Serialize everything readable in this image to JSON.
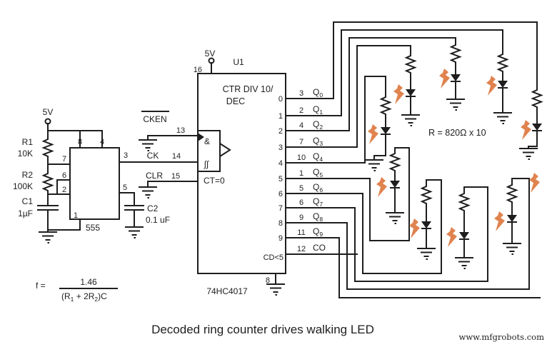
{
  "title": "Decoded ring counter drives walking LED",
  "watermark": "www.mfgrobots.com",
  "colors": {
    "ink": "#1e1e1e",
    "bolt": "#e0834f"
  },
  "note": "R = 820Ω x 10",
  "timer": {
    "supply": "5V",
    "chip": "555",
    "r1": {
      "name": "R1",
      "value": "10K"
    },
    "r2": {
      "name": "R2",
      "value": "100K"
    },
    "c1": {
      "name": "C1",
      "value": "1µF"
    },
    "c2": {
      "name": "C2",
      "value": "0.1 uF"
    },
    "pins": {
      "p8": "8",
      "p4": "4",
      "p7": "7",
      "p6": "6",
      "p2": "2",
      "p1": "1",
      "p3": "3",
      "p5": "5"
    }
  },
  "control": {
    "cken": "CKEN",
    "pin13": "13",
    "ck": "CK",
    "pin14": "14",
    "clr": "CLR",
    "pin15": "15",
    "and": "&",
    "edge": "∫∫",
    "ct": "CT=0"
  },
  "counter": {
    "ref": "U1",
    "supply": "5V",
    "pin16": "16",
    "func_line1": "CTR DIV 10/",
    "func_line2": "DEC",
    "part": "74HC4017",
    "gnd_pin": "8",
    "cd": "CD<5",
    "co": {
      "pin": "12",
      "label": "CO"
    },
    "outputs": [
      {
        "dec": "0",
        "pin": "3",
        "q": "Q",
        "sub": "0"
      },
      {
        "dec": "1",
        "pin": "2",
        "q": "Q",
        "sub": "1"
      },
      {
        "dec": "2",
        "pin": "4",
        "q": "Q",
        "sub": "2"
      },
      {
        "dec": "3",
        "pin": "7",
        "q": "Q",
        "sub": "3"
      },
      {
        "dec": "4",
        "pin": "10",
        "q": "Q",
        "sub": "4"
      },
      {
        "dec": "5",
        "pin": "1",
        "q": "Q",
        "sub": "5"
      },
      {
        "dec": "6",
        "pin": "5",
        "q": "Q",
        "sub": "6"
      },
      {
        "dec": "7",
        "pin": "6",
        "q": "Q",
        "sub": "7"
      },
      {
        "dec": "8",
        "pin": "9",
        "q": "Q",
        "sub": "8"
      },
      {
        "dec": "9",
        "pin": "11",
        "q": "Q",
        "sub": "9"
      }
    ]
  },
  "formula": {
    "lhs": "f =",
    "num": "1.46",
    "den_pre": "(R",
    "den_sub1": "1",
    "den_mid": " + 2R",
    "den_sub2": "2",
    "den_post": ")C"
  }
}
